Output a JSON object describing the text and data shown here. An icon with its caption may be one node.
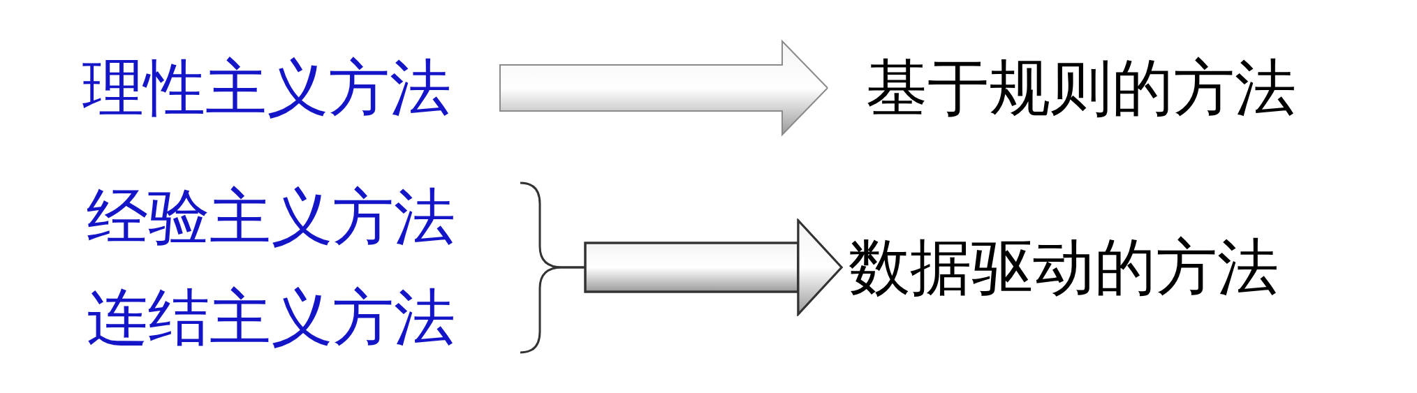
{
  "diagram": {
    "nodes": [
      {
        "text": [
          "理性主义方法"
        ]
      },
      {
        "text": [
          "基于规则的方法"
        ]
      },
      {
        "text": [
          "经验主义方法"
        ]
      },
      {
        "text": [
          "连结主义方法"
        ]
      },
      {
        "text": [
          "数据驱动的方法"
        ]
      }
    ],
    "edges": [
      {
        "from": 0,
        "to": 1,
        "arrow": "to"
      },
      {
        "from": 2,
        "to": 4,
        "arrow": "to"
      },
      {
        "from": 3,
        "to": 4,
        "arrow": "to"
      }
    ]
  }
}
